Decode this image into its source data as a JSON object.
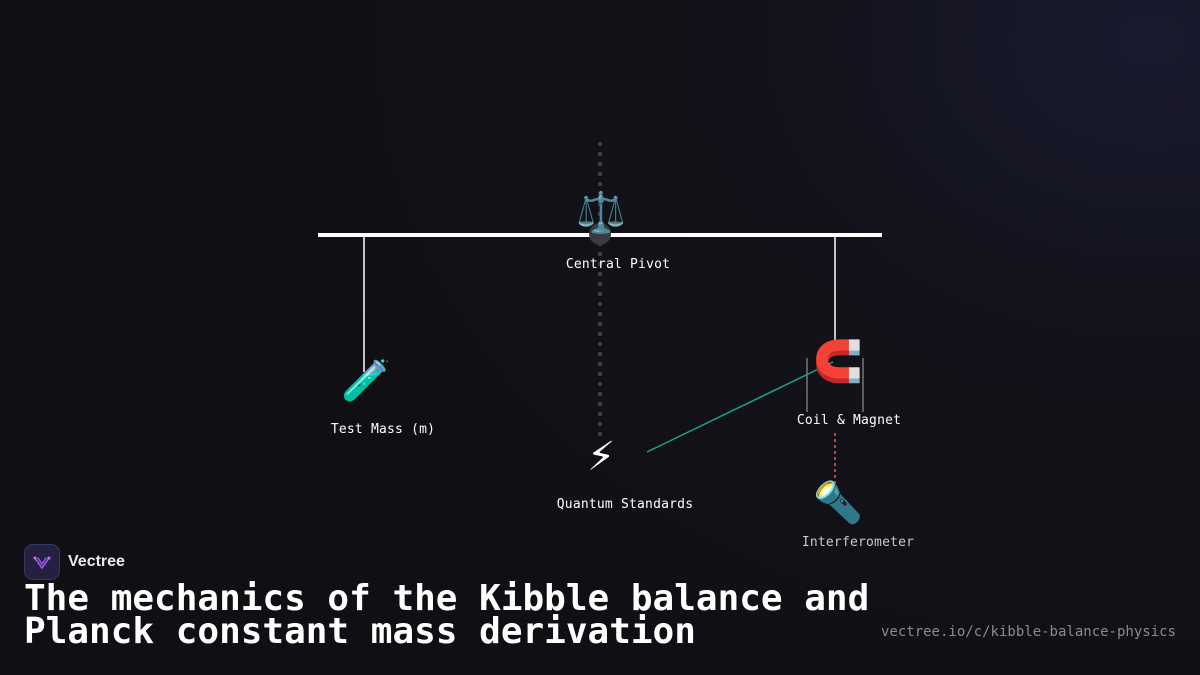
{
  "diagram": {
    "nodes": {
      "pivot": {
        "label": "Central Pivot",
        "icon": "balance-scale-icon",
        "glyph": "⚖️"
      },
      "test_mass": {
        "label": "Test Mass (m)",
        "icon": "test-tube-icon",
        "glyph": "🧪"
      },
      "quantum": {
        "label": "Quantum Standards",
        "icon": "lightning-icon",
        "glyph": "⚡"
      },
      "coil": {
        "label": "Coil & Magnet",
        "icon": "magnet-icon",
        "glyph": "🧲"
      },
      "interferometer": {
        "label": "Interferometer",
        "icon": "flashlight-icon",
        "glyph": "🔦"
      }
    },
    "colors": {
      "beam": "#ffffff",
      "quantum_link": "#1fa08a",
      "laser": "#e0353f",
      "vertical_axis": "#444444"
    }
  },
  "brand": {
    "name": "Vectree"
  },
  "title": "The mechanics of the Kibble balance and Planck constant mass derivation",
  "url": "vectree.io/c/kibble-balance-physics"
}
